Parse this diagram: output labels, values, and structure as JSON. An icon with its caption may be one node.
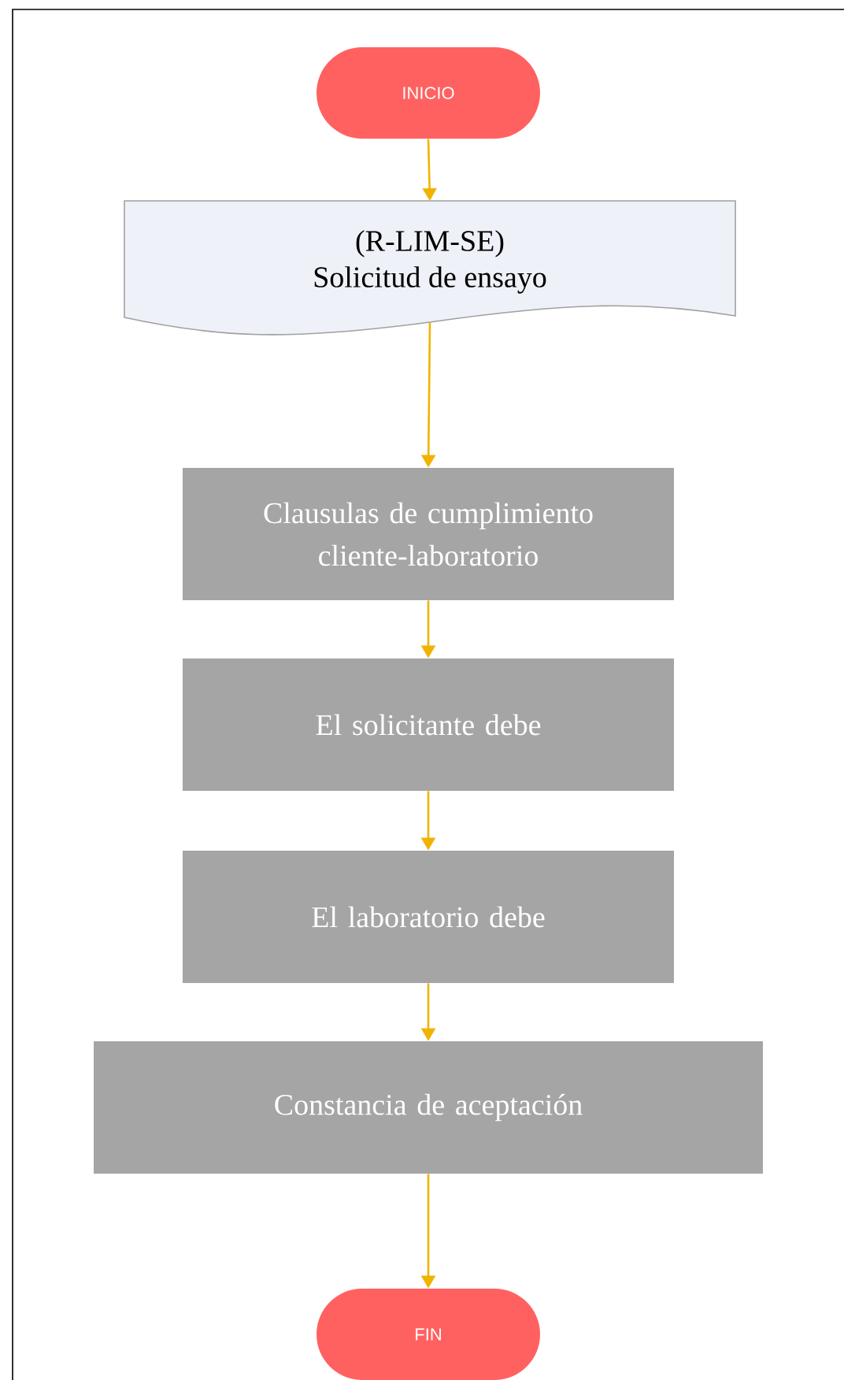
{
  "diagram": {
    "nodes": [
      {
        "text": [
          "INICIO"
        ]
      },
      {
        "text": [
          "(R-LIM-SE)",
          "Solicitud de ensayo"
        ]
      },
      {
        "text": [
          "Clausulas de cumplimiento cliente-laboratorio"
        ]
      },
      {
        "text": [
          "El solicitante debe"
        ]
      },
      {
        "text": [
          "El laboratorio debe"
        ]
      },
      {
        "text": [
          "Constancia de aceptación"
        ]
      },
      {
        "text": [
          "FIN"
        ]
      }
    ],
    "edges": [
      {
        "from": 0,
        "to": 1,
        "arrow": "to"
      },
      {
        "from": 1,
        "to": 2,
        "arrow": "to"
      },
      {
        "from": 2,
        "to": 3,
        "arrow": "to"
      },
      {
        "from": 3,
        "to": 4,
        "arrow": "to"
      },
      {
        "from": 4,
        "to": 5,
        "arrow": "to"
      },
      {
        "from": 5,
        "to": 6,
        "arrow": "to"
      }
    ]
  }
}
